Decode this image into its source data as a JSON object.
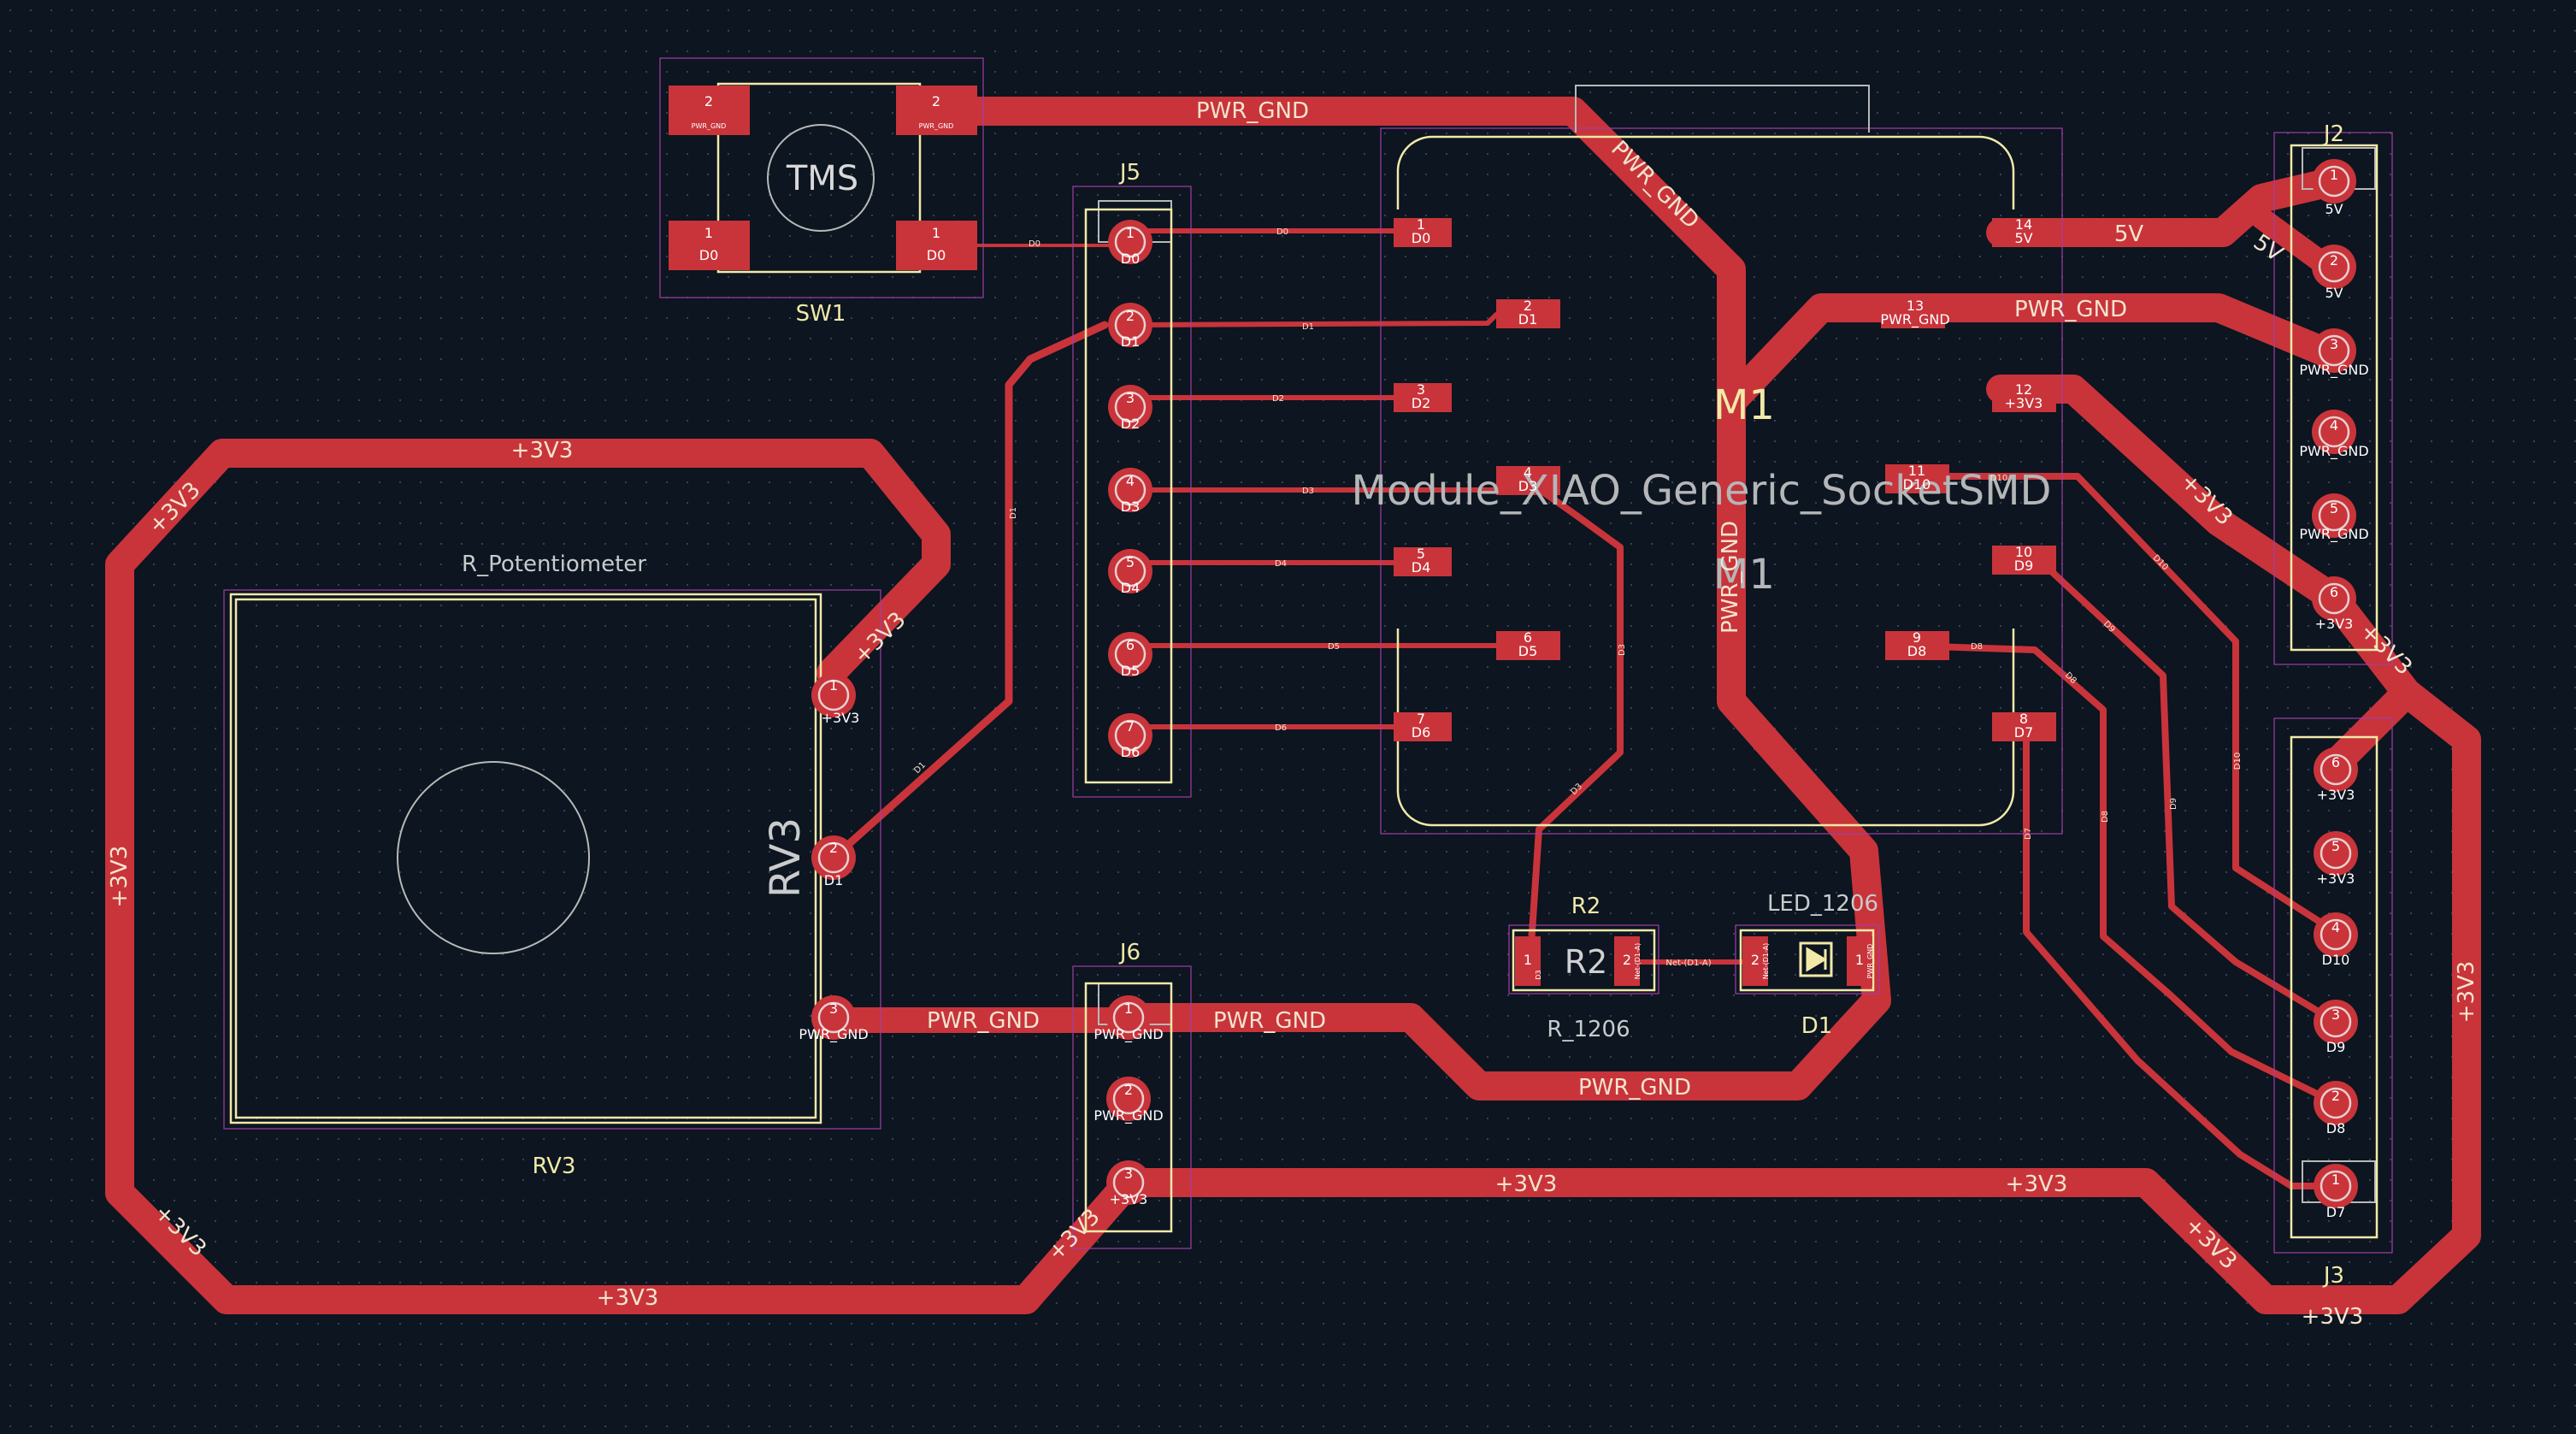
{
  "colors": {
    "background": "#0c1520",
    "copper": "#c8343a",
    "silkscreen": "#f1e9a8",
    "courtyard": "#a23ea6",
    "fab": "#b8b8b8"
  },
  "components": {
    "sw1": {
      "ref": "SW1",
      "logo": "TMS",
      "pads": [
        {
          "num": "2",
          "net": "PWR_GND"
        },
        {
          "num": "2",
          "net": "PWR_GND"
        },
        {
          "num": "1",
          "net": "D0"
        },
        {
          "num": "1",
          "net": "D0"
        }
      ]
    },
    "j5": {
      "ref": "J5",
      "pins": [
        {
          "num": "1",
          "net": "D0"
        },
        {
          "num": "2",
          "net": "D1"
        },
        {
          "num": "3",
          "net": "D2"
        },
        {
          "num": "4",
          "net": "D3"
        },
        {
          "num": "5",
          "net": "D4"
        },
        {
          "num": "6",
          "net": "D5"
        },
        {
          "num": "7",
          "net": "D6"
        }
      ]
    },
    "j6": {
      "ref": "J6",
      "pins": [
        {
          "num": "1",
          "net": "PWR_GND"
        },
        {
          "num": "2",
          "net": "PWR_GND"
        },
        {
          "num": "3",
          "net": "+3V3"
        }
      ]
    },
    "j2": {
      "ref": "J2",
      "pins": [
        {
          "num": "1",
          "net": "5V"
        },
        {
          "num": "2",
          "net": "5V"
        },
        {
          "num": "3",
          "net": "PWR_GND"
        },
        {
          "num": "4",
          "net": "PWR_GND"
        },
        {
          "num": "5",
          "net": "PWR_GND"
        },
        {
          "num": "6",
          "net": "+3V3"
        }
      ]
    },
    "j3": {
      "ref": "J3",
      "pins": [
        {
          "num": "6",
          "net": "+3V3"
        },
        {
          "num": "5",
          "net": "+3V3"
        },
        {
          "num": "4",
          "net": "D10"
        },
        {
          "num": "3",
          "net": "D9"
        },
        {
          "num": "2",
          "net": "D8"
        },
        {
          "num": "1",
          "net": "D7"
        }
      ]
    },
    "rv3": {
      "ref": "RV3",
      "ref_bottom": "RV3",
      "value": "R_Potentiometer",
      "pins": [
        {
          "num": "1",
          "net": "+3V3"
        },
        {
          "num": "2",
          "net": "D1"
        },
        {
          "num": "3",
          "net": "PWR_GND"
        }
      ]
    },
    "m1": {
      "ref": "M1",
      "ref_lower": "M1",
      "value": "Module_XIAO_Generic_SocketSMD",
      "left_pads": [
        {
          "num": "1",
          "net": "D0"
        },
        {
          "num": "2",
          "net": "D1"
        },
        {
          "num": "3",
          "net": "D2"
        },
        {
          "num": "4",
          "net": "D3"
        },
        {
          "num": "5",
          "net": "D4"
        },
        {
          "num": "6",
          "net": "D5"
        },
        {
          "num": "7",
          "net": "D6"
        }
      ],
      "right_pads": [
        {
          "num": "14",
          "net": "5V"
        },
        {
          "num": "13",
          "net": "PWR_GND"
        },
        {
          "num": "12",
          "net": "+3V3"
        },
        {
          "num": "11",
          "net": "D10"
        },
        {
          "num": "10",
          "net": "D9"
        },
        {
          "num": "9",
          "net": "D8"
        },
        {
          "num": "8",
          "net": "D7"
        }
      ]
    },
    "r2": {
      "ref": "R2",
      "value": "R_1206",
      "pads": [
        {
          "num": "1",
          "net": "D3"
        },
        {
          "num": "2",
          "net": "Net-(D1-A)"
        }
      ]
    },
    "d1": {
      "ref": "D1",
      "value": "LED_1206",
      "pads": [
        {
          "num": "2",
          "net": "Net-(D1-A)"
        },
        {
          "num": "1",
          "net": "PWR_GND"
        }
      ]
    }
  },
  "net_labels": {
    "pwr_gnd": "PWR_GND",
    "v33": "+3V3",
    "v5": "5V",
    "d0": "D0",
    "d1": "D1",
    "d2": "D2",
    "d3": "D3",
    "d4": "D4",
    "d5": "D5",
    "d6": "D6",
    "d7": "D7",
    "d8": "D8",
    "d9": "D9",
    "d10": "D10",
    "d1a": "Net-(D1-A)"
  }
}
